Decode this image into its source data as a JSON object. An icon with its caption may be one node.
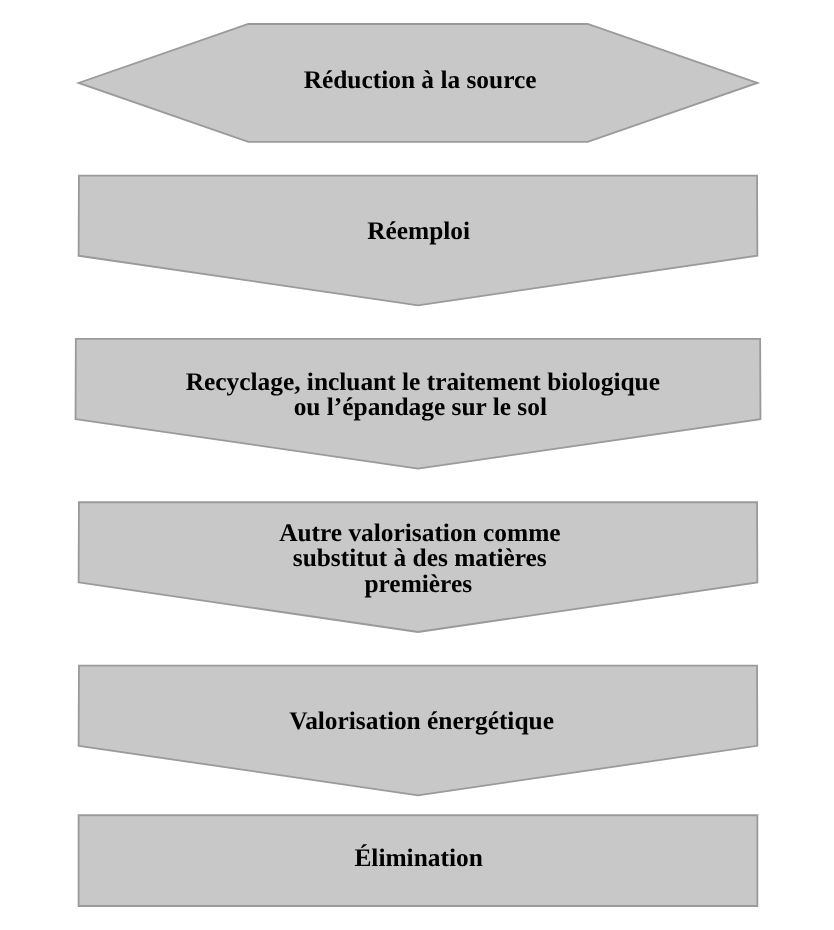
{
  "diagram": {
    "nodes": [
      {
        "text": [
          "Réduction à la source"
        ]
      },
      {
        "text": [
          "Réemploi"
        ]
      },
      {
        "text": [
          "Recyclage, incluant le traitement biologique ou l’épandage sur le sol"
        ]
      },
      {
        "text": [
          "Autre valorisation comme substitut à des matières premières"
        ]
      },
      {
        "text": [
          "Valorisation énergétique"
        ]
      },
      {
        "text": [
          "Élimination"
        ]
      }
    ]
  }
}
